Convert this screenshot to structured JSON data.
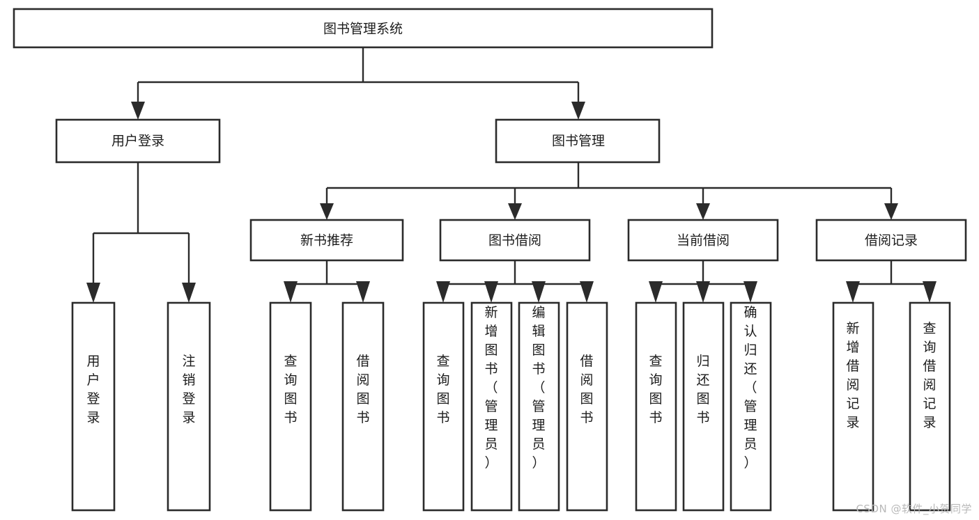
{
  "diagram": {
    "title_node": {
      "id": "root",
      "label": "图书管理系统",
      "orientation": "horizontal"
    },
    "level2": [
      {
        "id": "user-login",
        "label": "用户登录",
        "orientation": "horizontal"
      },
      {
        "id": "book-management",
        "label": "图书管理",
        "orientation": "horizontal"
      }
    ],
    "level3": [
      {
        "id": "new-book-recommend",
        "label": "新书推荐",
        "orientation": "horizontal"
      },
      {
        "id": "book-borrow",
        "label": "图书借阅",
        "orientation": "horizontal"
      },
      {
        "id": "current-borrow",
        "label": "当前借阅",
        "orientation": "horizontal"
      },
      {
        "id": "borrow-record",
        "label": "借阅记录",
        "orientation": "horizontal"
      }
    ],
    "leaves": {
      "user-login": [
        {
          "id": "leaf-user-login",
          "label": "用户登录",
          "orientation": "vertical"
        },
        {
          "id": "leaf-user-logout",
          "label": "注销登录",
          "orientation": "vertical"
        }
      ],
      "new-book-recommend": [
        {
          "id": "leaf-query-book-1",
          "label": "查询图书",
          "orientation": "vertical"
        },
        {
          "id": "leaf-borrow-book-1",
          "label": "借阅图书",
          "orientation": "vertical"
        }
      ],
      "book-borrow": [
        {
          "id": "leaf-query-book-2",
          "label": "查询图书",
          "orientation": "vertical"
        },
        {
          "id": "leaf-add-book",
          "label": "新增图书（管理员）",
          "orientation": "vertical"
        },
        {
          "id": "leaf-edit-book",
          "label": "编辑图书（管理员）",
          "orientation": "vertical"
        },
        {
          "id": "leaf-borrow-book-2",
          "label": "借阅图书",
          "orientation": "vertical"
        }
      ],
      "current-borrow": [
        {
          "id": "leaf-query-book-3",
          "label": "查询图书",
          "orientation": "vertical"
        },
        {
          "id": "leaf-return-book",
          "label": "归还图书",
          "orientation": "vertical"
        },
        {
          "id": "leaf-confirm-return",
          "label": "确认归还（管理员）",
          "orientation": "vertical"
        }
      ],
      "borrow-record": [
        {
          "id": "leaf-add-record",
          "label": "新增借阅记录",
          "orientation": "vertical"
        },
        {
          "id": "leaf-query-record",
          "label": "查询借阅记录",
          "orientation": "vertical"
        }
      ]
    }
  },
  "watermark": {
    "text": "CSDN @软件_小贺同学"
  },
  "colors": {
    "stroke": "#2b2b2b",
    "fill": "#ffffff",
    "text": "#1c1c1c",
    "watermark": "#b9b9b9"
  }
}
